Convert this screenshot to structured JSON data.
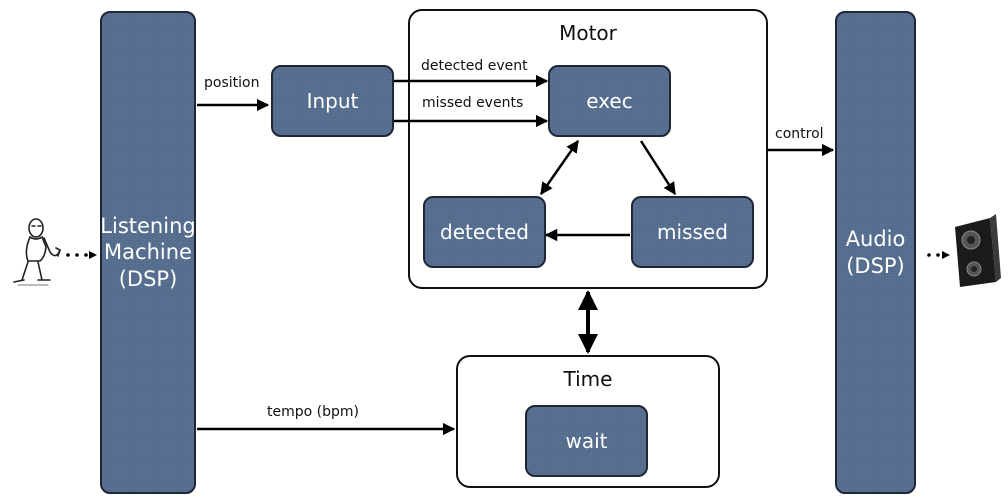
{
  "diagram": {
    "nodes": {
      "listening_machine": "Listening\nMachine\n(DSP)",
      "input": "Input",
      "exec": "exec",
      "detected": "detected",
      "missed": "missed",
      "wait": "wait",
      "audio": "Audio\n(DSP)"
    },
    "groups": {
      "motor": "Motor",
      "time": "Time"
    },
    "edge_labels": {
      "position": "position",
      "detected_event": "detected event",
      "missed_events": "missed events",
      "control": "control",
      "tempo": "tempo (bpm)"
    },
    "icons": {
      "musician": "saxophone-player-icon",
      "speaker": "loudspeaker-icon"
    },
    "colors": {
      "node_fill": "#536b8c",
      "node_border": "#1d2735",
      "edge": "#000000"
    }
  }
}
